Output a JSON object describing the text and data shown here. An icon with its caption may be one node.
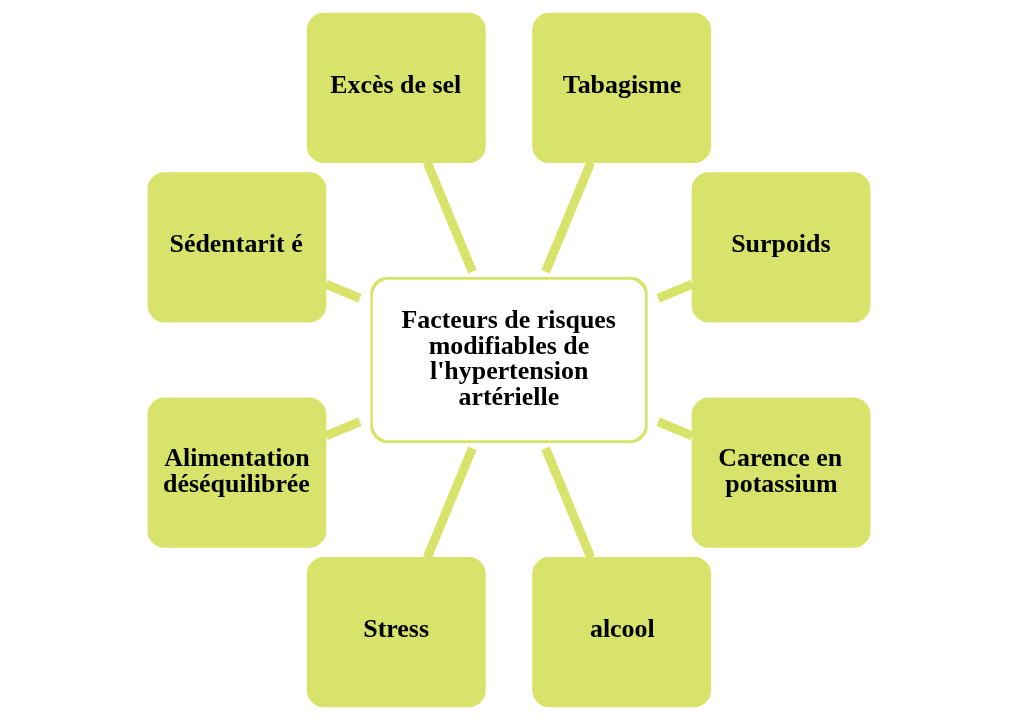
{
  "diagram": {
    "nodes": [
      {
        "text": [
          "Surpoids"
        ]
      },
      {
        "text": [
          "Tabagisme"
        ]
      },
      {
        "text": [
          "Excès de sel"
        ]
      },
      {
        "text": [
          "Sédentarit é"
        ]
      },
      {
        "text": [
          "Facteurs de risques modifiables de l'hypertension artérielle"
        ]
      },
      {
        "text": [
          "Alimentation déséquilibrée"
        ]
      },
      {
        "text": [
          "Stress"
        ]
      },
      {
        "text": [
          "alcool"
        ]
      },
      {
        "text": [
          "Carence en potassium"
        ]
      }
    ],
    "edges": [
      {
        "from": 4,
        "to": 0,
        "arrow": "none"
      },
      {
        "from": 4,
        "to": 1,
        "arrow": "none"
      },
      {
        "from": 4,
        "to": 2,
        "arrow": "none"
      },
      {
        "from": 4,
        "to": 3,
        "arrow": "none"
      },
      {
        "from": 4,
        "to": 5,
        "arrow": "none"
      },
      {
        "from": 4,
        "to": 6,
        "arrow": "none"
      },
      {
        "from": 4,
        "to": 7,
        "arrow": "none"
      },
      {
        "from": 4,
        "to": 8,
        "arrow": "none"
      }
    ]
  }
}
